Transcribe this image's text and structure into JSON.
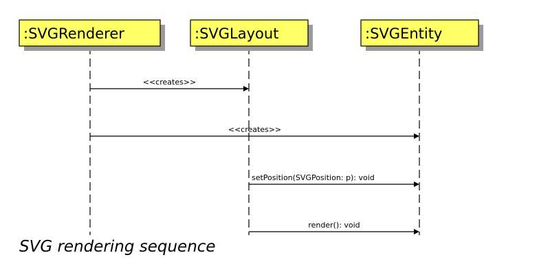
{
  "diagram": {
    "type": "sequence",
    "colors": {
      "object_fill": "#ffff66",
      "object_shadow": "#9a9a9a",
      "line": "#000000"
    },
    "objects": [
      {
        "id": "renderer",
        "label": ":SVGRenderer"
      },
      {
        "id": "layout",
        "label": ":SVGLayout"
      },
      {
        "id": "entity",
        "label": ":SVGEntity"
      }
    ],
    "messages": [
      {
        "from": "renderer",
        "to": "layout",
        "label": "<<creates>>"
      },
      {
        "from": "renderer",
        "to": "entity",
        "label": "<<creates>>"
      },
      {
        "from": "layout",
        "to": "entity",
        "label": "setPosition(SVGPosition: p): void"
      },
      {
        "from": "layout",
        "to": "entity",
        "label": "render(): void"
      }
    ]
  },
  "caption": "SVG rendering sequence"
}
